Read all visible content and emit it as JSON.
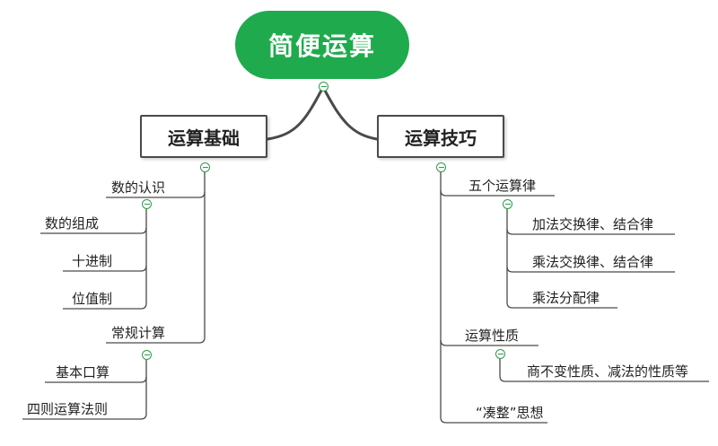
{
  "root": {
    "label": "简便运算"
  },
  "left": {
    "label": "运算基础",
    "groups": [
      {
        "label": "数的认识",
        "items": [
          "数的组成",
          "十进制",
          "位值制"
        ]
      },
      {
        "label": "常规计算",
        "items": [
          "基本口算",
          "四则运算法则"
        ]
      }
    ]
  },
  "right": {
    "label": "运算技巧",
    "groups": [
      {
        "label": "五个运算律",
        "items": [
          "加法交换律、结合律",
          "乘法交换律、结合律",
          "乘法分配律"
        ]
      },
      {
        "label": "运算性质",
        "items": [
          "商不变性质、减法的性质等"
        ]
      },
      {
        "label": "“凑整”思想",
        "items": []
      }
    ]
  },
  "colors": {
    "root_fill": "#1fab4d",
    "line": "#4a4a4a",
    "toggle": "#2e9a4d"
  }
}
